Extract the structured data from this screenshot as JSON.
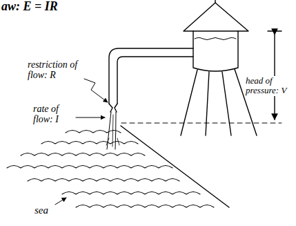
{
  "diagram": {
    "labels": [
      "aw: E = IR",
      "head of pressure: V",
      "restriction of flow: R",
      "rate of flow: I",
      "sea"
    ]
  }
}
